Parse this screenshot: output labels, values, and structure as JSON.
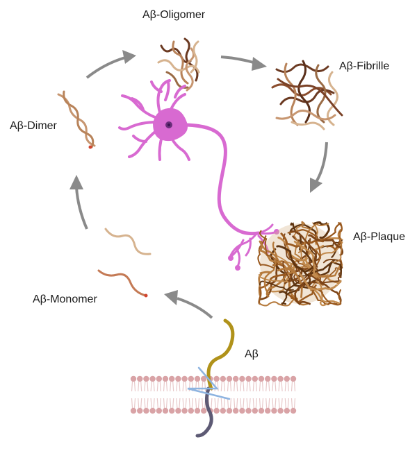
{
  "labels": {
    "oligomer": "Aβ-Oligomer",
    "fibrille": "Aβ-Fibrille",
    "dimer": "Aβ-Dimer",
    "plaque": "Aβ-Plaque",
    "monomer": "Aβ-Monomer",
    "abeta": "Aβ"
  },
  "colors": {
    "neuron": "#d86ad1",
    "neuron_dark": "#b24aab",
    "nucleus": "#6a2e7a",
    "arrow": "#8a8a8a",
    "strand_light": "#d6b38f",
    "strand_mid": "#b8835a",
    "strand_dark": "#6b3a22",
    "plaque": "#9a5a20",
    "plaque_dark": "#5e3410",
    "membrane_head": "#d9a3a6",
    "membrane_tail": "#e8c9ca",
    "abeta_gold": "#b0921a",
    "abeta_tail": "#5d5a74",
    "secretase": "#8eb4e0",
    "monomer_tip": "#d2452f"
  }
}
